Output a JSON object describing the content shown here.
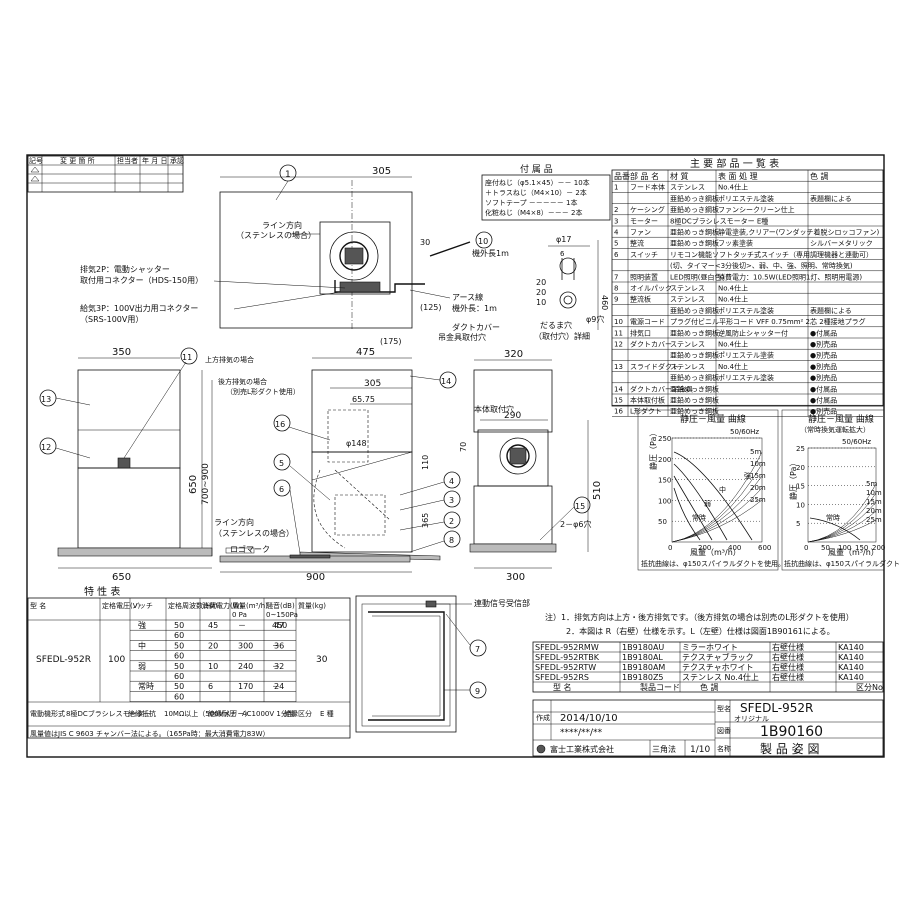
{
  "revision_header": [
    "記号",
    "変 更 箇 所",
    "担当者",
    "年 月 日",
    "承認"
  ],
  "accessories": {
    "title": "付 属 品",
    "items": [
      "座付ねじ（φ5.1×45）－－ 10本",
      "＋トラスねじ（M4×10）－ 2本",
      "ソフトテープ －－－－－ 1本",
      "化粧ねじ（M4×8）－－－ 2本"
    ]
  },
  "parts": {
    "title": "主 要 部 品 一 覧 表",
    "headers": [
      "品番",
      "部 品 名",
      "材 質",
      "表 面 処 理",
      "色 調"
    ],
    "rows": [
      [
        "1",
        "フード本体",
        "ステンレス",
        "No.4仕上",
        ""
      ],
      [
        "",
        "",
        "亜鉛めっき鋼板",
        "ポリエステル塗装",
        "表題欄による"
      ],
      [
        "2",
        "ケーシング",
        "亜鉛めっき鋼板",
        "ファンシークリーン仕上",
        ""
      ],
      [
        "3",
        "モーター",
        "8極DCブラシレスモーター E種",
        "",
        ""
      ],
      [
        "4",
        "ファン",
        "亜鉛めっき鋼板",
        "静電塗装,クリアー(ワンダッチ着脱シロッコファン)",
        ""
      ],
      [
        "5",
        "整流",
        "亜鉛めっき鋼板",
        "フッ素塗装",
        "シルバーメタリック"
      ],
      [
        "6",
        "スイッチ",
        "リモコン機能ソフトタッチ式スイッチ（専用調理機器と連動可）",
        "",
        ""
      ],
      [
        "",
        "",
        "(切、タイマー<3分後切>、弱、中、強、照明、常時換気)",
        "",
        ""
      ],
      [
        "7",
        "照明装置",
        "LED照明(昼白色)",
        "消費電力：10.5W(LED照明1灯、照明用電源)",
        ""
      ],
      [
        "8",
        "オイルパック",
        "ステンレス",
        "No.4仕上",
        ""
      ],
      [
        "9",
        "整流板",
        "ステンレス",
        "No.4仕上",
        ""
      ],
      [
        "",
        "",
        "亜鉛めっき鋼板",
        "ポリエステル塗装",
        "表題欄による"
      ],
      [
        "10",
        "電源コード",
        "プラグ付ビニル平形コード VFF 0.75mm² 2芯 2種接地プラグ",
        "",
        ""
      ],
      [
        "11",
        "排気口",
        "亜鉛めっき鋼板",
        "逆風防止シャッター付",
        "●付属品"
      ],
      [
        "12",
        "ダクトカバー",
        "ステンレス",
        "No.4仕上",
        "●別売品"
      ],
      [
        "",
        "",
        "亜鉛めっき鋼板",
        "ポリエステル塗装",
        "●別売品"
      ],
      [
        "13",
        "スライドダクト",
        "ステンレス",
        "No.4仕上",
        "●別売品"
      ],
      [
        "",
        "",
        "亜鉛めっき鋼板",
        "ポリエステル塗装",
        "●別売品"
      ],
      [
        "14",
        "ダクトカバー吊金具",
        "亜鉛めっき鋼板",
        "",
        "●付属品"
      ],
      [
        "15",
        "本体取付板",
        "亜鉛めっき鋼板",
        "",
        "●付属品"
      ],
      [
        "16",
        "L形ダクト",
        "亜鉛めっき鋼板",
        "",
        "●別売品"
      ]
    ]
  },
  "top_view": {
    "dim_305": "305",
    "dim_30": "30",
    "dim_125": "(125)",
    "dim_175": "(175)",
    "line_dir": "ライン方向",
    "stainless_case": "（ステンレスの場合）",
    "exhaust_2p": "排気2P：電動シャッター",
    "exhaust_2p_b": "取付用コネクター（HDS-150用）",
    "intake_3p": "給気3P：100V出力用コネクター",
    "intake_3p_b": "（SRS-100V用）",
    "cord_label": "機外長1m",
    "earth_label": "アース線",
    "earth_len": "機外長：1m",
    "duct_cover": "ダクトカバー",
    "duct_cover_b": "吊金具取付穴"
  },
  "detail": {
    "d17": "φ17",
    "d6": "6",
    "d20a": "20",
    "d10": "10",
    "d20b": "20",
    "d9": "φ9穴",
    "title": "だるま穴",
    "title_b": "（取付穴）詳細",
    "d460": "460"
  },
  "side_view": {
    "d350": "350",
    "d650": "650",
    "d650w": "650",
    "label_upper": "上方排気の場合"
  },
  "middle_view": {
    "d475": "475",
    "d305": "305",
    "d6575": "65.75",
    "d148": "φ148",
    "d110": "110",
    "d365": "365",
    "d700_900": "700~900",
    "d900": "900",
    "rear_exhaust": "後方排気の場合",
    "rear_exhaust_b": "（別売L形ダクト使用）",
    "line_dir": "ライン方向",
    "stainless_case": "（ステンレスの場合）",
    "logo_mark": "ロゴマーク"
  },
  "front_view": {
    "d320": "320",
    "d290": "290",
    "d70": "70",
    "d510": "510",
    "d300": "300",
    "d6hole": "2－φ6穴",
    "body_hole": "本体取付穴"
  },
  "callouts": [
    "1",
    "2",
    "3",
    "4",
    "5",
    "6",
    "7",
    "8",
    "9",
    "10",
    "11",
    "12",
    "13",
    "14",
    "15",
    "16"
  ],
  "curves": {
    "left_title": "静圧－風量 曲線",
    "right_title": "静圧－風量 曲線",
    "right_sub": "（常時換気運転拡大）",
    "freq": "50/60Hz",
    "y_label": "静圧（Pa）",
    "x_label": "風量（m³/h）",
    "left_y_ticks": [
      "50",
      "100",
      "150",
      "200",
      "250"
    ],
    "left_x_ticks": [
      "0",
      "200",
      "400",
      "600"
    ],
    "right_y_ticks": [
      "5",
      "10",
      "15",
      "20",
      "25"
    ],
    "right_x_ticks": [
      "0",
      "50",
      "100",
      "150",
      "200"
    ],
    "left_curves": [
      "強",
      "中",
      "弱",
      "常時"
    ],
    "right_curves": [
      "常時"
    ],
    "duct_len_left": [
      "5m",
      "10m",
      "15m",
      "20m",
      "25m"
    ],
    "duct_len_right": [
      "5m",
      "10m",
      "15m",
      "20m",
      "25m"
    ],
    "note_left": "抵抗曲線は、φ150スパイラルダクトを使用。",
    "note_right": "抵抗曲線は、φ150スパイラルダクトを使用。"
  },
  "spec": {
    "title": "特 性 表",
    "headers": [
      "型 名",
      "定格電圧(V)",
      "ノッチ",
      "定格周波数(Hz)",
      "消費電力(W)",
      "風量(m³/h)",
      "騒音(dB)",
      "質量(kg)"
    ],
    "airflow_sub": [
      "0 Pa",
      "0~150Pa"
    ],
    "model": "SFEDL-952R",
    "voltage": "100",
    "mass": "30",
    "rows": [
      {
        "notch": "強",
        "hz": "50",
        "w": "45",
        "q0": "－",
        "q150": "450",
        "db": "47"
      },
      {
        "notch": "",
        "hz": "60",
        "w": "",
        "q0": "",
        "q150": "",
        "db": ""
      },
      {
        "notch": "中",
        "hz": "50",
        "w": "20",
        "q0": "300",
        "q150": "－",
        "db": "36"
      },
      {
        "notch": "",
        "hz": "60",
        "w": "",
        "q0": "",
        "q150": "",
        "db": ""
      },
      {
        "notch": "弱",
        "hz": "50",
        "w": "10",
        "q0": "240",
        "q150": "－",
        "db": "32"
      },
      {
        "notch": "",
        "hz": "60",
        "w": "",
        "q0": "",
        "q150": "",
        "db": ""
      },
      {
        "notch": "常時",
        "hz": "50",
        "w": "6",
        "q0": "170",
        "q150": "－",
        "db": "24"
      },
      {
        "notch": "",
        "hz": "60",
        "w": "",
        "q0": "",
        "q150": "",
        "db": ""
      }
    ],
    "motor_label": "電動機形式",
    "motor_value": "8極DCブラシレスモーター",
    "insulation_label": "絶縁抵抗",
    "insulation_value": "10MΩ以上（500Vメガー）",
    "withstand_label": "絶縁耐圧",
    "withstand_value": "AC1000V 1分間",
    "insul_class_label": "絶縁区分",
    "insul_class_value": "E 種",
    "footnote": "風量値はJIS C 9603 チャンバー法による。（165Pa時：最大消費電力83W）"
  },
  "bottom_view": {
    "receiver": "連動信号受信部"
  },
  "notes": [
    "注）1．排気方向は上方・後方排気です。（後方排気の場合は別売のL形ダクトを使用）",
    "2．本図は R（右壁）仕様を示す。L（左壁）仕様は図面1B90161による。"
  ],
  "variants": {
    "headers": [
      "型 名",
      "製品コード",
      "色 調",
      "",
      "区分No."
    ],
    "rows": [
      [
        "SFEDL-952RMW",
        "1B9180AU",
        "ミラーホワイト",
        "右壁仕様",
        "KA140"
      ],
      [
        "SFEDL-952RTBK",
        "1B9180AL",
        "テクスチャブラック",
        "右壁仕様",
        "KA140"
      ],
      [
        "SFEDL-952RTW",
        "1B9180AM",
        "テクスチャホワイト",
        "右壁仕様",
        "KA140"
      ],
      [
        "SFEDL-952RS",
        "1B9180Z5",
        "ステンレス No.4仕上",
        "右壁仕様",
        "KA140"
      ]
    ]
  },
  "title_block": {
    "created_label": "作成",
    "date": "2014/10/10",
    "date2": "****/**/**",
    "company": "富士工業株式会社",
    "projection": "三角法",
    "scale": "1/10",
    "model": "SFEDL-952R",
    "original": "オリジナル",
    "drawing_no": "1B90160",
    "drawing_title": "製 品 姿 図",
    "tag_name": "型名",
    "tag_no": "図番",
    "tag_title": "名称"
  }
}
